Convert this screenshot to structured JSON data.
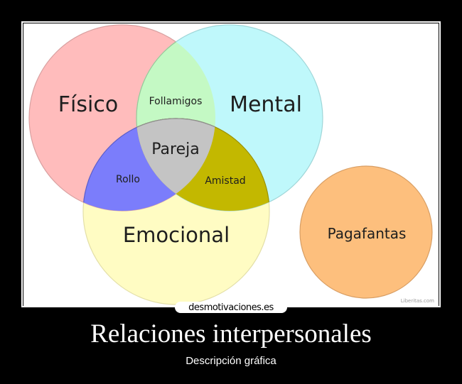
{
  "poster": {
    "title": "Relaciones interpersonales",
    "subtitle": "Descripción gráfica",
    "watermark": "desmotivaciones.es",
    "background_color": "#000000",
    "frame_color": "#ffffff"
  },
  "diagram": {
    "type": "venn",
    "credit": "Liberitas.com",
    "sets": [
      {
        "name": "Físico",
        "label": "Físico",
        "color": "#ffbcbc"
      },
      {
        "name": "Mental",
        "label": "Mental",
        "color": "#bff8fb"
      },
      {
        "name": "Emocional",
        "label": "Emocional",
        "color": "#fffcc3"
      }
    ],
    "intersections": [
      {
        "sets": [
          "Físico",
          "Mental"
        ],
        "label": "Follamigos",
        "color": "#c4f9c4"
      },
      {
        "sets": [
          "Físico",
          "Emocional"
        ],
        "label": "Rollo",
        "color": "#7b7dfb"
      },
      {
        "sets": [
          "Mental",
          "Emocional"
        ],
        "label": "Amistad",
        "color": "#c3b800"
      },
      {
        "sets": [
          "Físico",
          "Mental",
          "Emocional"
        ],
        "label": "Pareja",
        "color": "#c4c4c4"
      }
    ],
    "outside": {
      "label": "Pagafantas",
      "color": "#fdbf7d"
    }
  }
}
